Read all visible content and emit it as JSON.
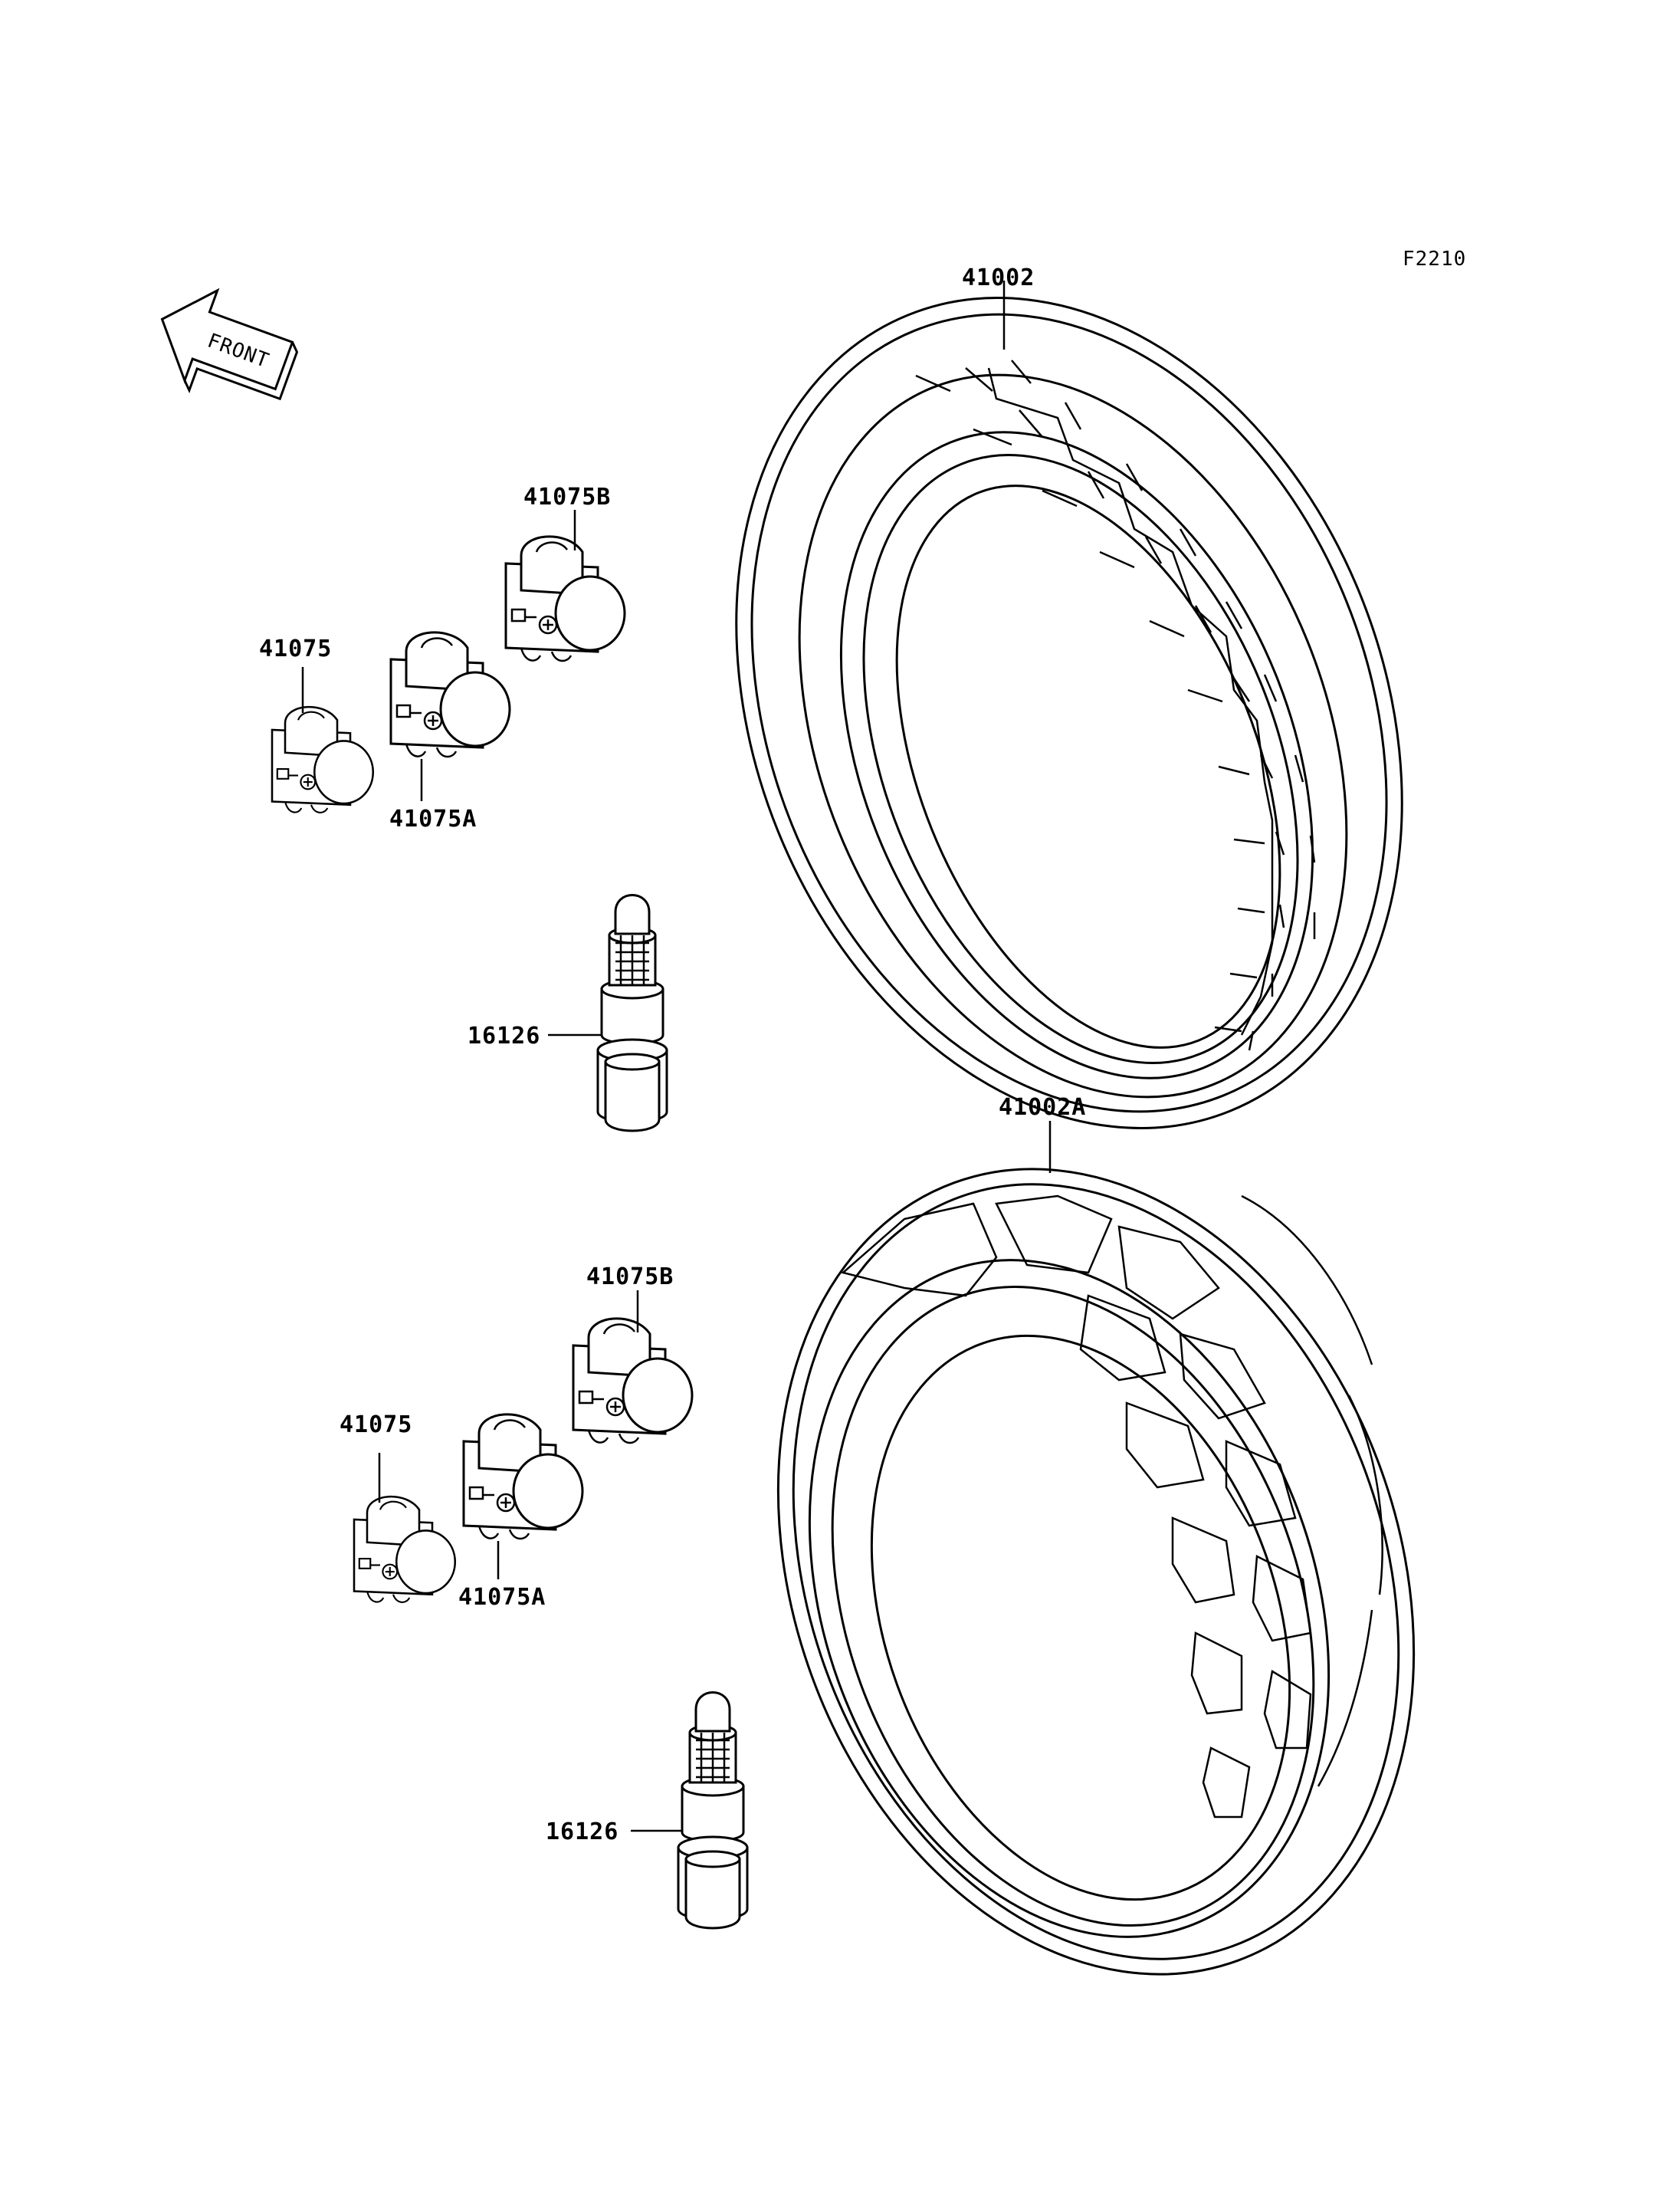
{
  "figure_code": "F2210",
  "front_arrow_text": "FRONT",
  "upper_group": {
    "tire": "41002",
    "weight_b": "41075B",
    "weight": "41075",
    "weight_a": "41075A",
    "valve": "16126"
  },
  "lower_group": {
    "tire": "41002A",
    "weight_b": "41075B",
    "weight": "41075",
    "weight_a": "41075A",
    "valve": "16126"
  }
}
